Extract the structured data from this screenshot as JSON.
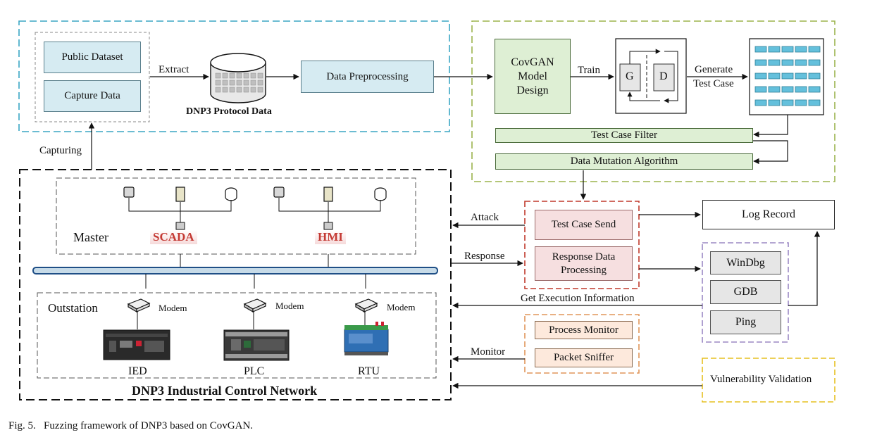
{
  "data_source": {
    "public_dataset": "Public Dataset",
    "capture_data": "Capture Data",
    "extract": "Extract",
    "protocol_data": "DNP3 Protocol Data",
    "preprocessing": "Data Preprocessing",
    "capturing": "Capturing"
  },
  "model": {
    "design": "CovGAN Model Design",
    "train": "Train",
    "generator": "G",
    "discriminator": "D",
    "generate": "Generate",
    "test_case": "Test Case",
    "filter": "Test Case Filter",
    "mutation": "Data Mutation Algorithm"
  },
  "network": {
    "title": "DNP3 Industrial Control Network",
    "master": "Master",
    "scada": "SCADA",
    "hmi": "HMI",
    "outstation": "Outstation",
    "modem": "Modem",
    "devices": [
      "IED",
      "PLC",
      "RTU"
    ]
  },
  "fuzzing": {
    "send": "Test Case Send",
    "response_proc": "Response Data Processing",
    "attack": "Attack",
    "response": "Response",
    "log": "Log Record",
    "get_exec": "Get Execution Information",
    "tools": [
      "WinDbg",
      "GDB",
      "Ping"
    ],
    "process_monitor": "Process Monitor",
    "packet_sniffer": "Packet Sniffer",
    "monitor": "Monitor",
    "vuln": "Vulnerability Validation"
  },
  "caption": "Fig. 5.   Fuzzing framework of DNP3 based on CovGAN."
}
